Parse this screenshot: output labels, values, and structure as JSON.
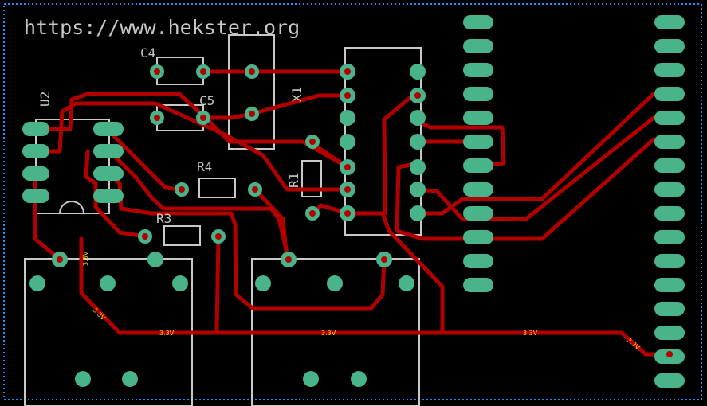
{
  "board": {
    "url_text": "https://www.hekster.org",
    "refdes": {
      "c4": "C4",
      "c5": "C5",
      "x1": "X1",
      "u2": "U2",
      "r1": "R1",
      "r3": "R3",
      "r4": "R4"
    },
    "net_label": "3.3V"
  },
  "colors": {
    "background": "#000000",
    "trace": "#b00000",
    "pad": "#49b389",
    "silkscreen": "#c8c8c8",
    "outline": "#1e90ff",
    "net_label": "#ffd000"
  }
}
